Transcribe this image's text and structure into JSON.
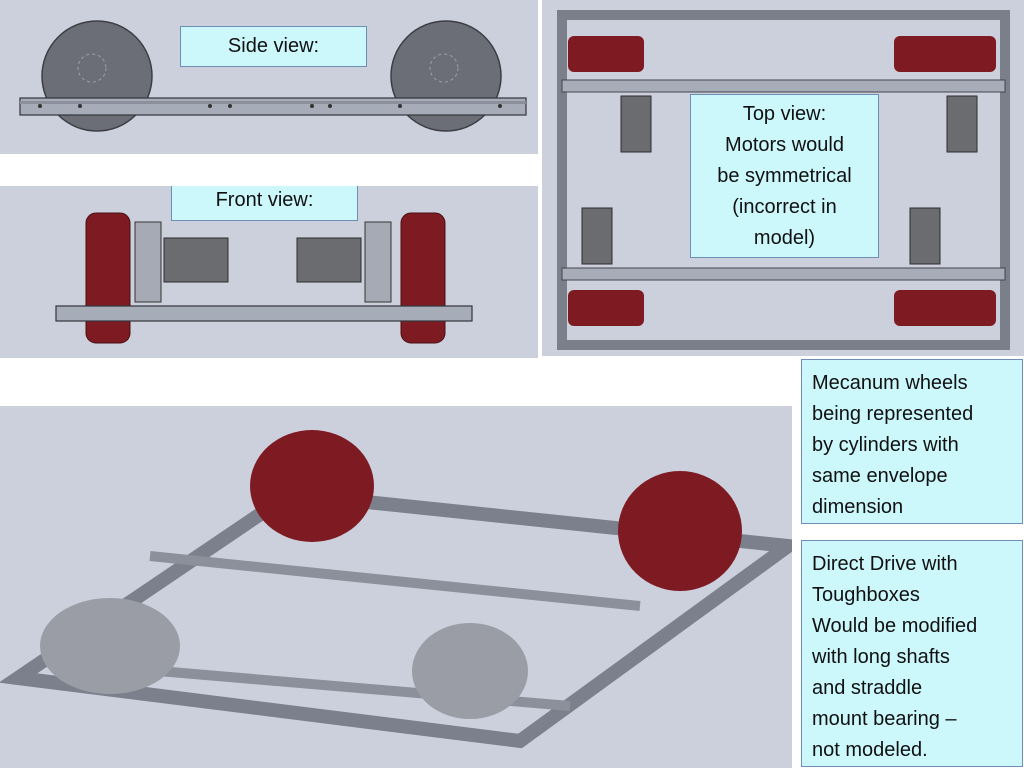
{
  "side_view": {
    "label": "Side view:"
  },
  "front_view": {
    "label": "Front view:"
  },
  "top_view": {
    "lines": [
      "Top view:",
      "Motors would",
      "be symmetrical",
      "(incorrect in",
      "model)"
    ]
  },
  "note_mecanum": {
    "lines": [
      "Mecanum wheels",
      "being represented",
      "by cylinders with",
      "same envelope",
      "dimension"
    ]
  },
  "note_drive": {
    "lines": [
      "Direct Drive with",
      "Toughboxes",
      "Would be modified",
      "with long shafts",
      "and straddle",
      "mount bearing –",
      "not modeled."
    ]
  },
  "colors": {
    "wheel": "#7e1a22",
    "frame": "#a7acb9",
    "motor": "#6a6c70",
    "callout_bg": "#ccf7fb",
    "panel_bg": "#ccd0dc"
  }
}
